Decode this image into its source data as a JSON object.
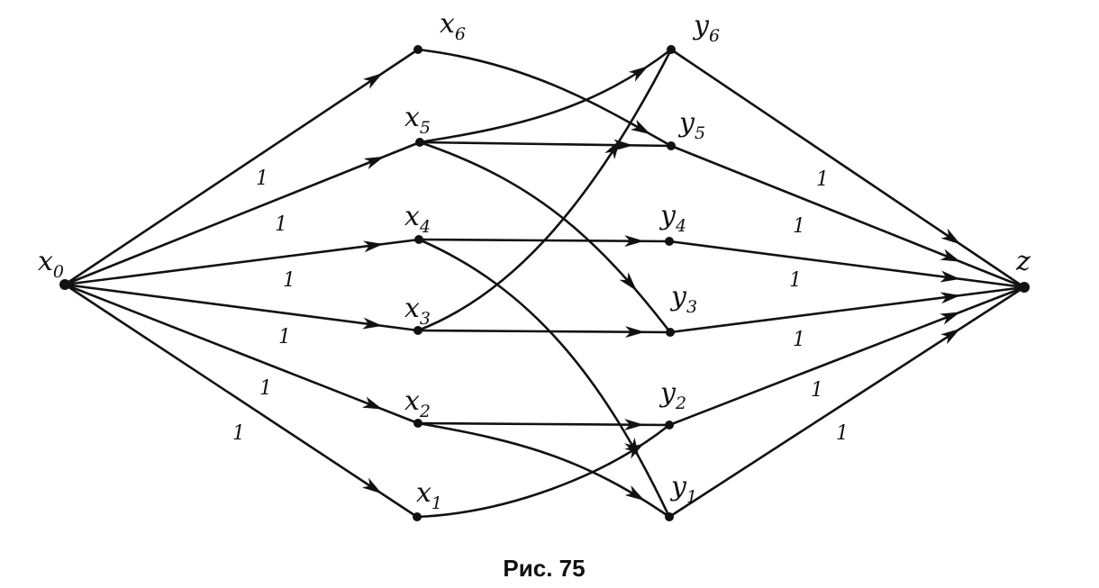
{
  "nodes": [
    {
      "id": "x0",
      "base": "x",
      "sub": "0"
    },
    {
      "id": "x1",
      "base": "x",
      "sub": "1"
    },
    {
      "id": "x2",
      "base": "x",
      "sub": "2"
    },
    {
      "id": "x3",
      "base": "x",
      "sub": "3"
    },
    {
      "id": "x4",
      "base": "x",
      "sub": "4"
    },
    {
      "id": "x5",
      "base": "x",
      "sub": "5"
    },
    {
      "id": "x6",
      "base": "x",
      "sub": "6"
    },
    {
      "id": "y1",
      "base": "y",
      "sub": "1"
    },
    {
      "id": "y2",
      "base": "y",
      "sub": "2"
    },
    {
      "id": "y3",
      "base": "y",
      "sub": "3"
    },
    {
      "id": "y4",
      "base": "y",
      "sub": "4"
    },
    {
      "id": "y5",
      "base": "y",
      "sub": "5"
    },
    {
      "id": "y6",
      "base": "y",
      "sub": "6"
    },
    {
      "id": "z",
      "base": "z",
      "sub": ""
    }
  ],
  "edges": [
    {
      "id": "x0-x6",
      "from": "x0",
      "to": "x6",
      "label": "1"
    },
    {
      "id": "x0-x5",
      "from": "x0",
      "to": "x5",
      "label": "1"
    },
    {
      "id": "x0-x4",
      "from": "x0",
      "to": "x4",
      "label": "1"
    },
    {
      "id": "x0-x3",
      "from": "x0",
      "to": "x3",
      "label": "1"
    },
    {
      "id": "x0-x2",
      "from": "x0",
      "to": "x2",
      "label": "1"
    },
    {
      "id": "x0-x1",
      "from": "x0",
      "to": "x1",
      "label": "1"
    },
    {
      "id": "x6-y5",
      "from": "x6",
      "to": "y5",
      "label": ""
    },
    {
      "id": "x5-y6",
      "from": "x5",
      "to": "y6",
      "label": ""
    },
    {
      "id": "x5-y5",
      "from": "x5",
      "to": "y5",
      "label": ""
    },
    {
      "id": "x5-y3",
      "from": "x5",
      "to": "y3",
      "label": ""
    },
    {
      "id": "x4-y4",
      "from": "x4",
      "to": "y4",
      "label": ""
    },
    {
      "id": "x4-y1",
      "from": "x4",
      "to": "y1",
      "label": ""
    },
    {
      "id": "x3-y6",
      "from": "x3",
      "to": "y6",
      "label": ""
    },
    {
      "id": "x3-y3",
      "from": "x3",
      "to": "y3",
      "label": ""
    },
    {
      "id": "x2-y2",
      "from": "x2",
      "to": "y2",
      "label": ""
    },
    {
      "id": "x2-y1",
      "from": "x2",
      "to": "y1",
      "label": ""
    },
    {
      "id": "x1-y2",
      "from": "x1",
      "to": "y2",
      "label": ""
    },
    {
      "id": "y6-z",
      "from": "y6",
      "to": "z",
      "label": ""
    },
    {
      "id": "y5-z",
      "from": "y5",
      "to": "z",
      "label": "1"
    },
    {
      "id": "y4-z",
      "from": "y4",
      "to": "z",
      "label": "1"
    },
    {
      "id": "y3-z",
      "from": "y3",
      "to": "z",
      "label": "1"
    },
    {
      "id": "y2-z",
      "from": "y2",
      "to": "z",
      "label": "1"
    },
    {
      "id": "y1-z",
      "from": "y1",
      "to": "z",
      "label": "1"
    },
    {
      "id": "y1-z-b",
      "from": "y1",
      "to": "z",
      "label": "1"
    }
  ],
  "caption": "Рис.  75"
}
